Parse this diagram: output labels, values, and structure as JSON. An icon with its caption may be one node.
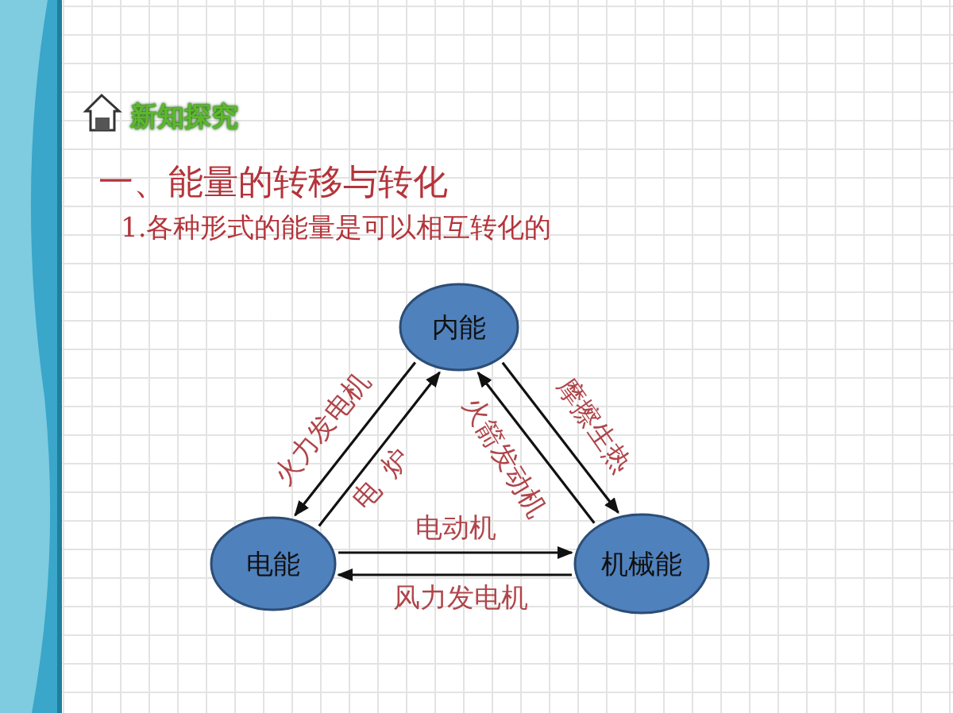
{
  "diagram": {
    "nodes": [
      {
        "text": [
          "内能"
        ]
      },
      {
        "text": [
          "电能"
        ]
      },
      {
        "text": [
          "机械能"
        ]
      }
    ],
    "edges": [
      {
        "from": 0,
        "to": 1,
        "arrow": "to",
        "label": "火力发电机"
      },
      {
        "from": 1,
        "to": 0,
        "arrow": "to",
        "label": "电炉"
      },
      {
        "from": 2,
        "to": 0,
        "arrow": "to",
        "label": "火箭发动机"
      },
      {
        "from": 0,
        "to": 2,
        "arrow": "to",
        "label": "摩擦生热"
      },
      {
        "from": 1,
        "to": 2,
        "arrow": "to",
        "label": "电动机"
      },
      {
        "from": 2,
        "to": 1,
        "arrow": "to",
        "label": "风力发电机"
      }
    ],
    "labels": [
      "新知探究",
      "一、能量的转移与转化",
      "1.各种形式的能量是可以相互转化的"
    ]
  }
}
